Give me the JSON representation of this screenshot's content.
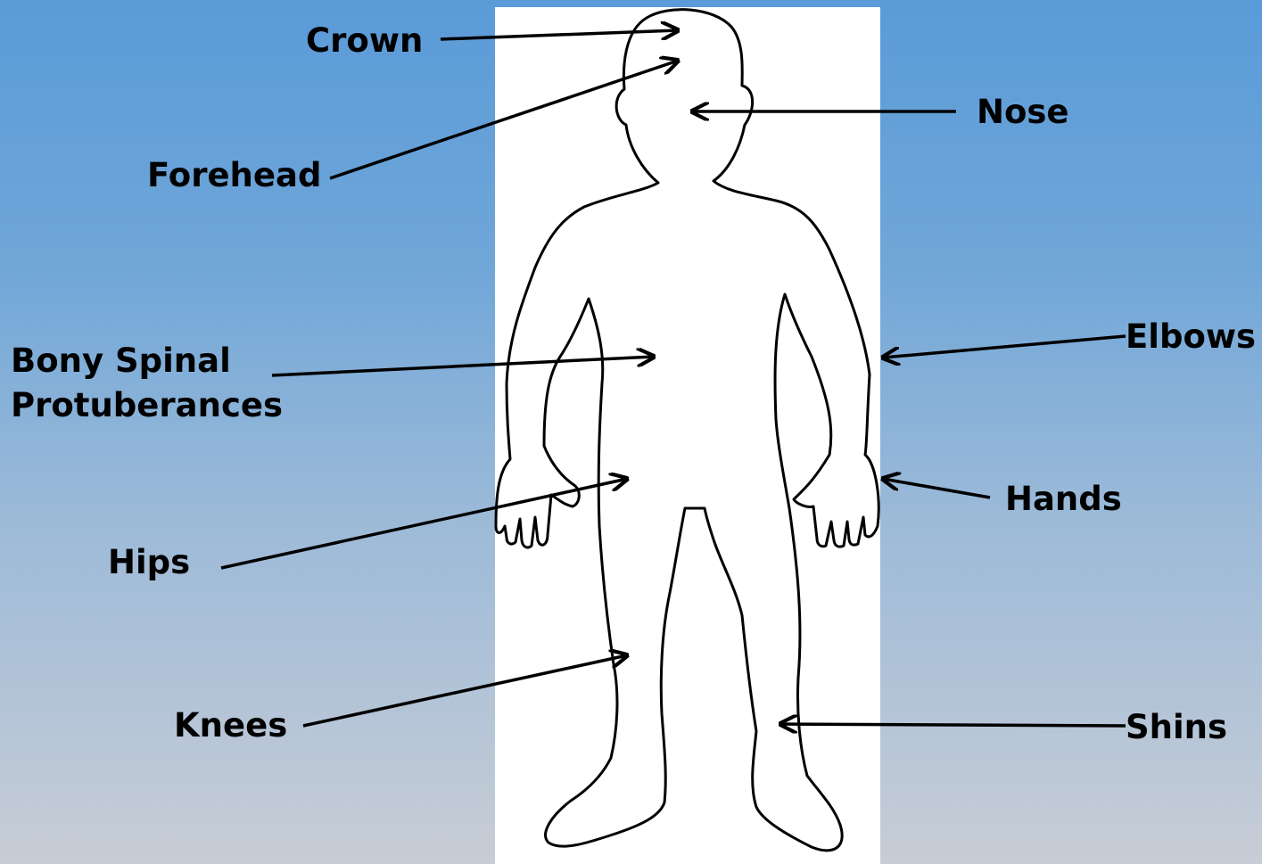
{
  "labels": {
    "crown": "Crown",
    "nose": "Nose",
    "forehead": "Forehead",
    "elbows": "Elbows",
    "bony_spinal": "Bony Spinal",
    "protuberances": "Protuberances",
    "hands": "Hands",
    "hips": "Hips",
    "knees": "Knees",
    "shins": "Shins"
  },
  "colors": {
    "background_top": "#5a9bd8",
    "background_bottom": "#c8cdd6",
    "panel": "#ffffff",
    "outline": "#000000"
  }
}
